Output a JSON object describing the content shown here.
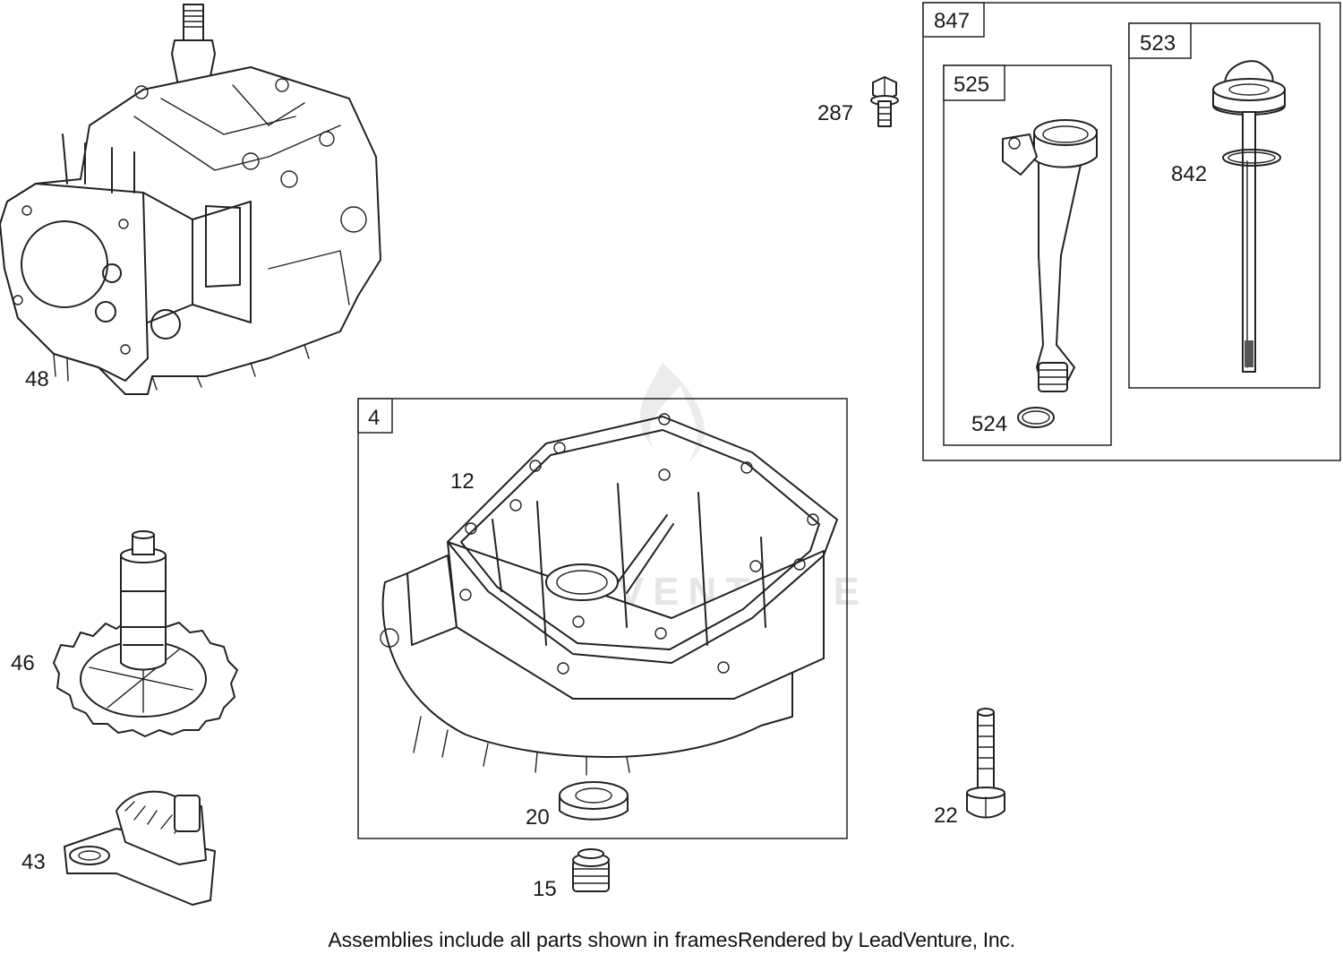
{
  "watermark": "LEADVENTURE",
  "frames": {
    "f847": "847",
    "f523": "523",
    "f525": "525",
    "f4": "4"
  },
  "callouts": {
    "c48": "48",
    "c287": "287",
    "c842": "842",
    "c524": "524",
    "c12": "12",
    "c46": "46",
    "c20": "20",
    "c22": "22",
    "c43": "43",
    "c15": "15"
  },
  "footer": {
    "assemblies_note": "Assemblies include all parts shown in frames",
    "rendered_by": "Rendered by LeadVenture, Inc."
  }
}
